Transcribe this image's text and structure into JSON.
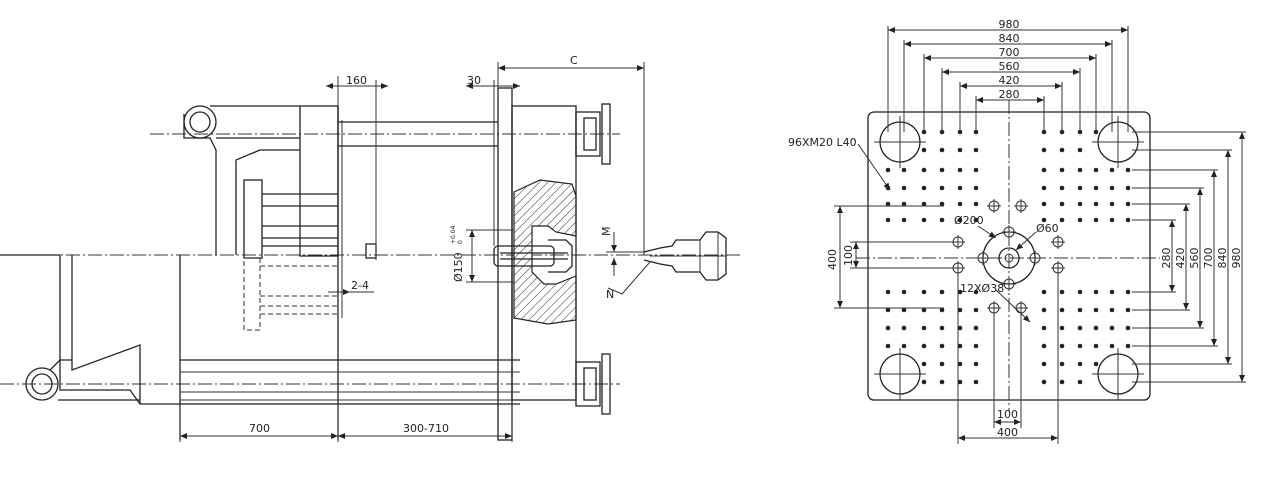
{
  "side_view": {
    "dim_160": "160",
    "dim_30": "30",
    "dim_c": "C",
    "dim_m": "M",
    "dim_n": "N",
    "dim_2_4": "2-4",
    "dim_700": "700",
    "dim_300_710": "300-710",
    "dim_phi150": "Ø150",
    "dim_phi150_tol_upper": "+0.04",
    "dim_phi150_tol_lower": "0"
  },
  "platen_view": {
    "width_dims": [
      "980",
      "840",
      "700",
      "560",
      "420",
      "280"
    ],
    "height_dims": [
      "280",
      "420",
      "560",
      "700",
      "840",
      "980"
    ],
    "thread_label": "96XM20 L40",
    "phi200_label": "Ø200",
    "phi60_label": "Ø60",
    "holes_label": "12XØ38",
    "dim_400_left": "400",
    "dim_100_left": "100",
    "dim_100_bottom": "100",
    "dim_400_bottom": "400"
  }
}
